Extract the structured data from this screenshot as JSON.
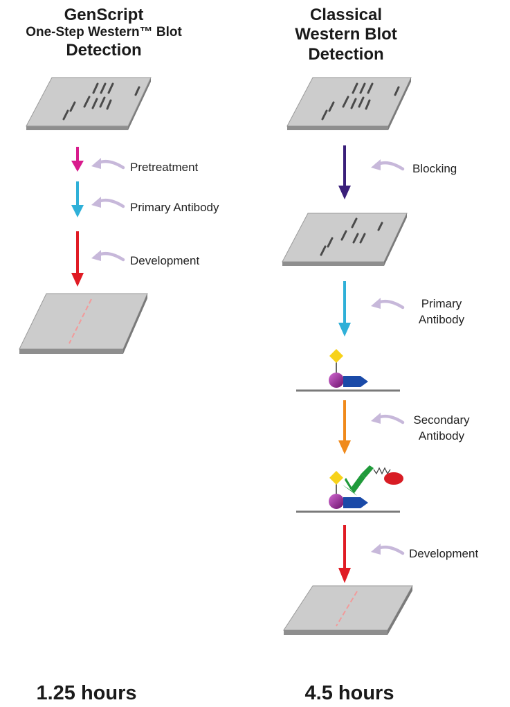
{
  "left": {
    "title_lines": [
      "GenScript",
      "One-Step Western™ Blot",
      "Detection"
    ],
    "steps": [
      "Pretreatment",
      "Primary Antibody",
      "Development"
    ],
    "time": "1.25 hours"
  },
  "right": {
    "title_lines": [
      "Classical",
      "Western Blot",
      "Detection"
    ],
    "steps": [
      {
        "lines": [
          "Blocking"
        ]
      },
      {
        "lines": [
          "Primary",
          "Antibody"
        ]
      },
      {
        "lines": [
          "Secondary",
          "Antibody"
        ]
      },
      {
        "lines": [
          "Development"
        ]
      }
    ],
    "time": "4.5 hours"
  },
  "colors": {
    "membrane": "#c9c9c9",
    "membrane_edge": "#7a7a7a",
    "band": "#4a4a4a",
    "signal_band": "#f29a9a",
    "pretreatment_arrow": "#d81b8c",
    "primary_arrow": "#2fb0d8",
    "development_arrow": "#e01b24",
    "blocking_arrow": "#3a1f7a",
    "secondary_arrow": "#f08a1c",
    "curved_arrow": "#c7b8da",
    "antigen": "#f7d21a",
    "protein": "#8a1a8a",
    "primary_antibody": "#1a4aa8",
    "secondary_antibody": "#1f9a3a",
    "enzyme": "#d81c24"
  }
}
